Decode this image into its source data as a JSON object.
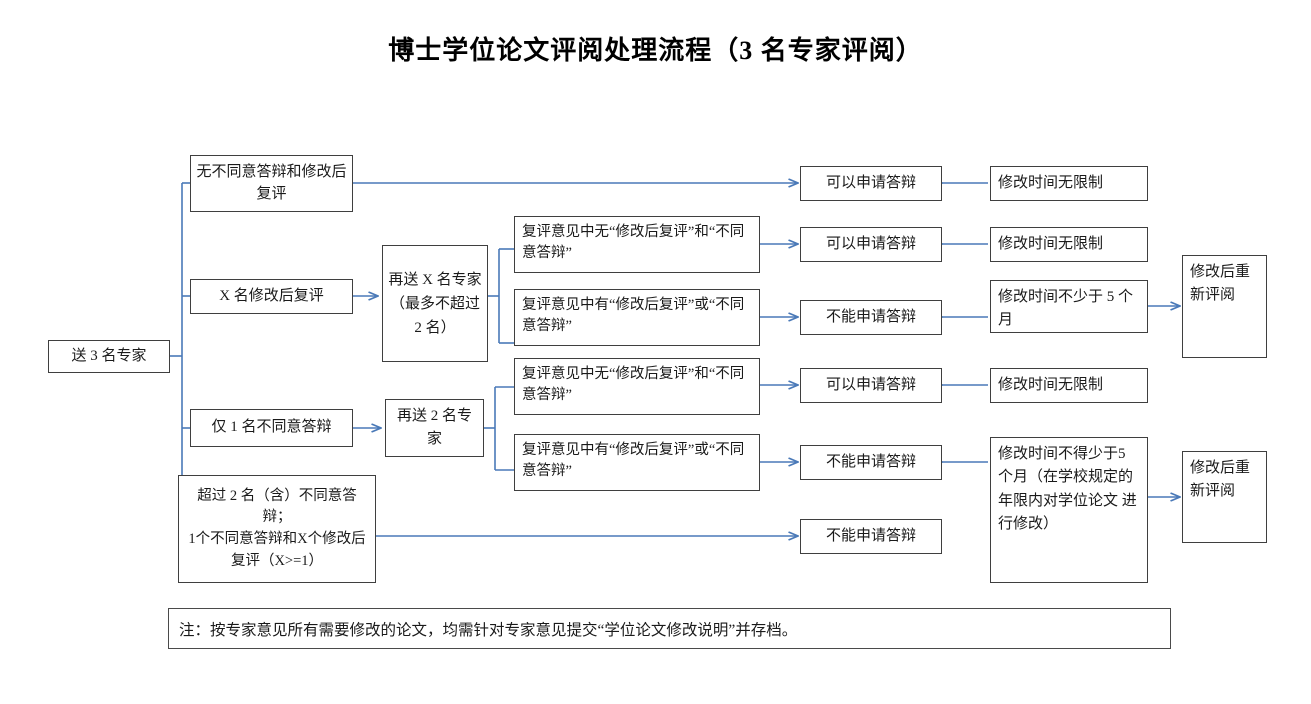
{
  "title": "博士学位论文评阅处理流程（3 名专家评阅）",
  "colors": {
    "connector": "#4a79b8",
    "box_border": "#3f3f3f",
    "text": "#1a1a1a",
    "background": "#ffffff"
  },
  "nodes": {
    "start": "送 3 名专家",
    "branch_1": "无不同意答辩和修改后复评",
    "branch_2": "X 名修改后复评",
    "branch_3": "仅 1 名不同意答辩",
    "branch_4": "超过 2 名（含）不同意答辩；\n1个不同意答辩和X个修改后复评（X>=1）",
    "resend_x": "再送 X 名专家（最多不超过 2 名）",
    "resend_2": "再送 2 名专家",
    "cond_1a": "复评意见中无“修改后复评”和“不同意答辩”",
    "cond_1b": "复评意见中有“修改后复评”或“不同意答辩”",
    "cond_2a": "复评意见中无“修改后复评”和“不同意答辩”",
    "cond_2b": "复评意见中有“修改后复评”或“不同意答辩”",
    "result_1": "可以申请答辩",
    "result_2": "可以申请答辩",
    "result_3": "不能申请答辩",
    "result_4": "可以申请答辩",
    "result_5": "不能申请答辩",
    "result_6": "不能申请答辩",
    "time_1": "修改时间无限制",
    "time_2": "修改时间无限制",
    "time_3": "修改时间不少于 5 个月",
    "time_4": "修改时间无限制",
    "time_5": "修改时间不得少于5 个月（在学校规定的 年限内对学位论文 进行修改）",
    "review_1": "修改后重新评阅",
    "review_2": "修改后重新评阅"
  },
  "footnote": "注：按专家意见所有需要修改的论文，均需针对专家意见提交“学位论文修改说明”并存档。"
}
